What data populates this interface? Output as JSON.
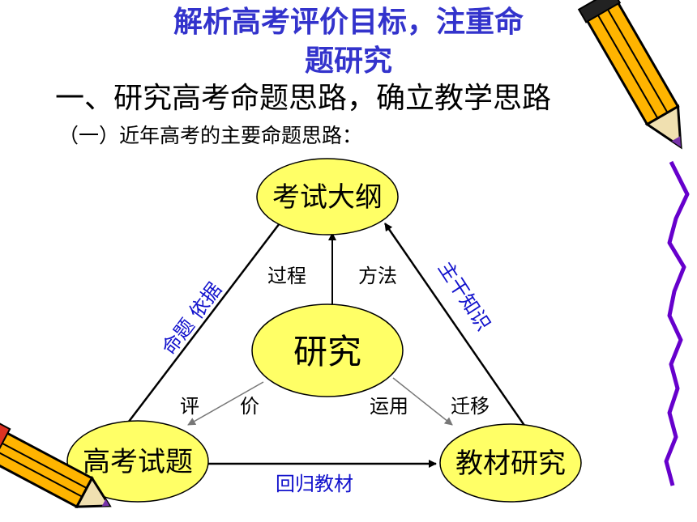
{
  "header": {
    "title_line1": "解析高考评价目标，注重命",
    "title_line2": "题研究",
    "heading": "一、研究高考命题思路，确立教学思路",
    "subheading": "（一）近年高考的主要命题思路："
  },
  "diagram": {
    "nodes": {
      "top": "考试大纲",
      "center": "研究",
      "left": "高考试题",
      "right": "教材研究"
    },
    "labels": {
      "process": "过程",
      "method": "方法",
      "basis": "命题 依据",
      "core": "主干知识",
      "evaluate_1": "评",
      "evaluate_2": "价",
      "apply": "运用",
      "transfer": "迁移",
      "back": "回归教材"
    }
  },
  "decorations": {
    "icons": [
      "pencil-icon",
      "pencil-icon",
      "squiggle-line"
    ],
    "colors": {
      "title": "#3333cc",
      "node_fill": "#ffff66",
      "blue_label": "#1111cc",
      "squiggle": "#6600cc"
    }
  }
}
